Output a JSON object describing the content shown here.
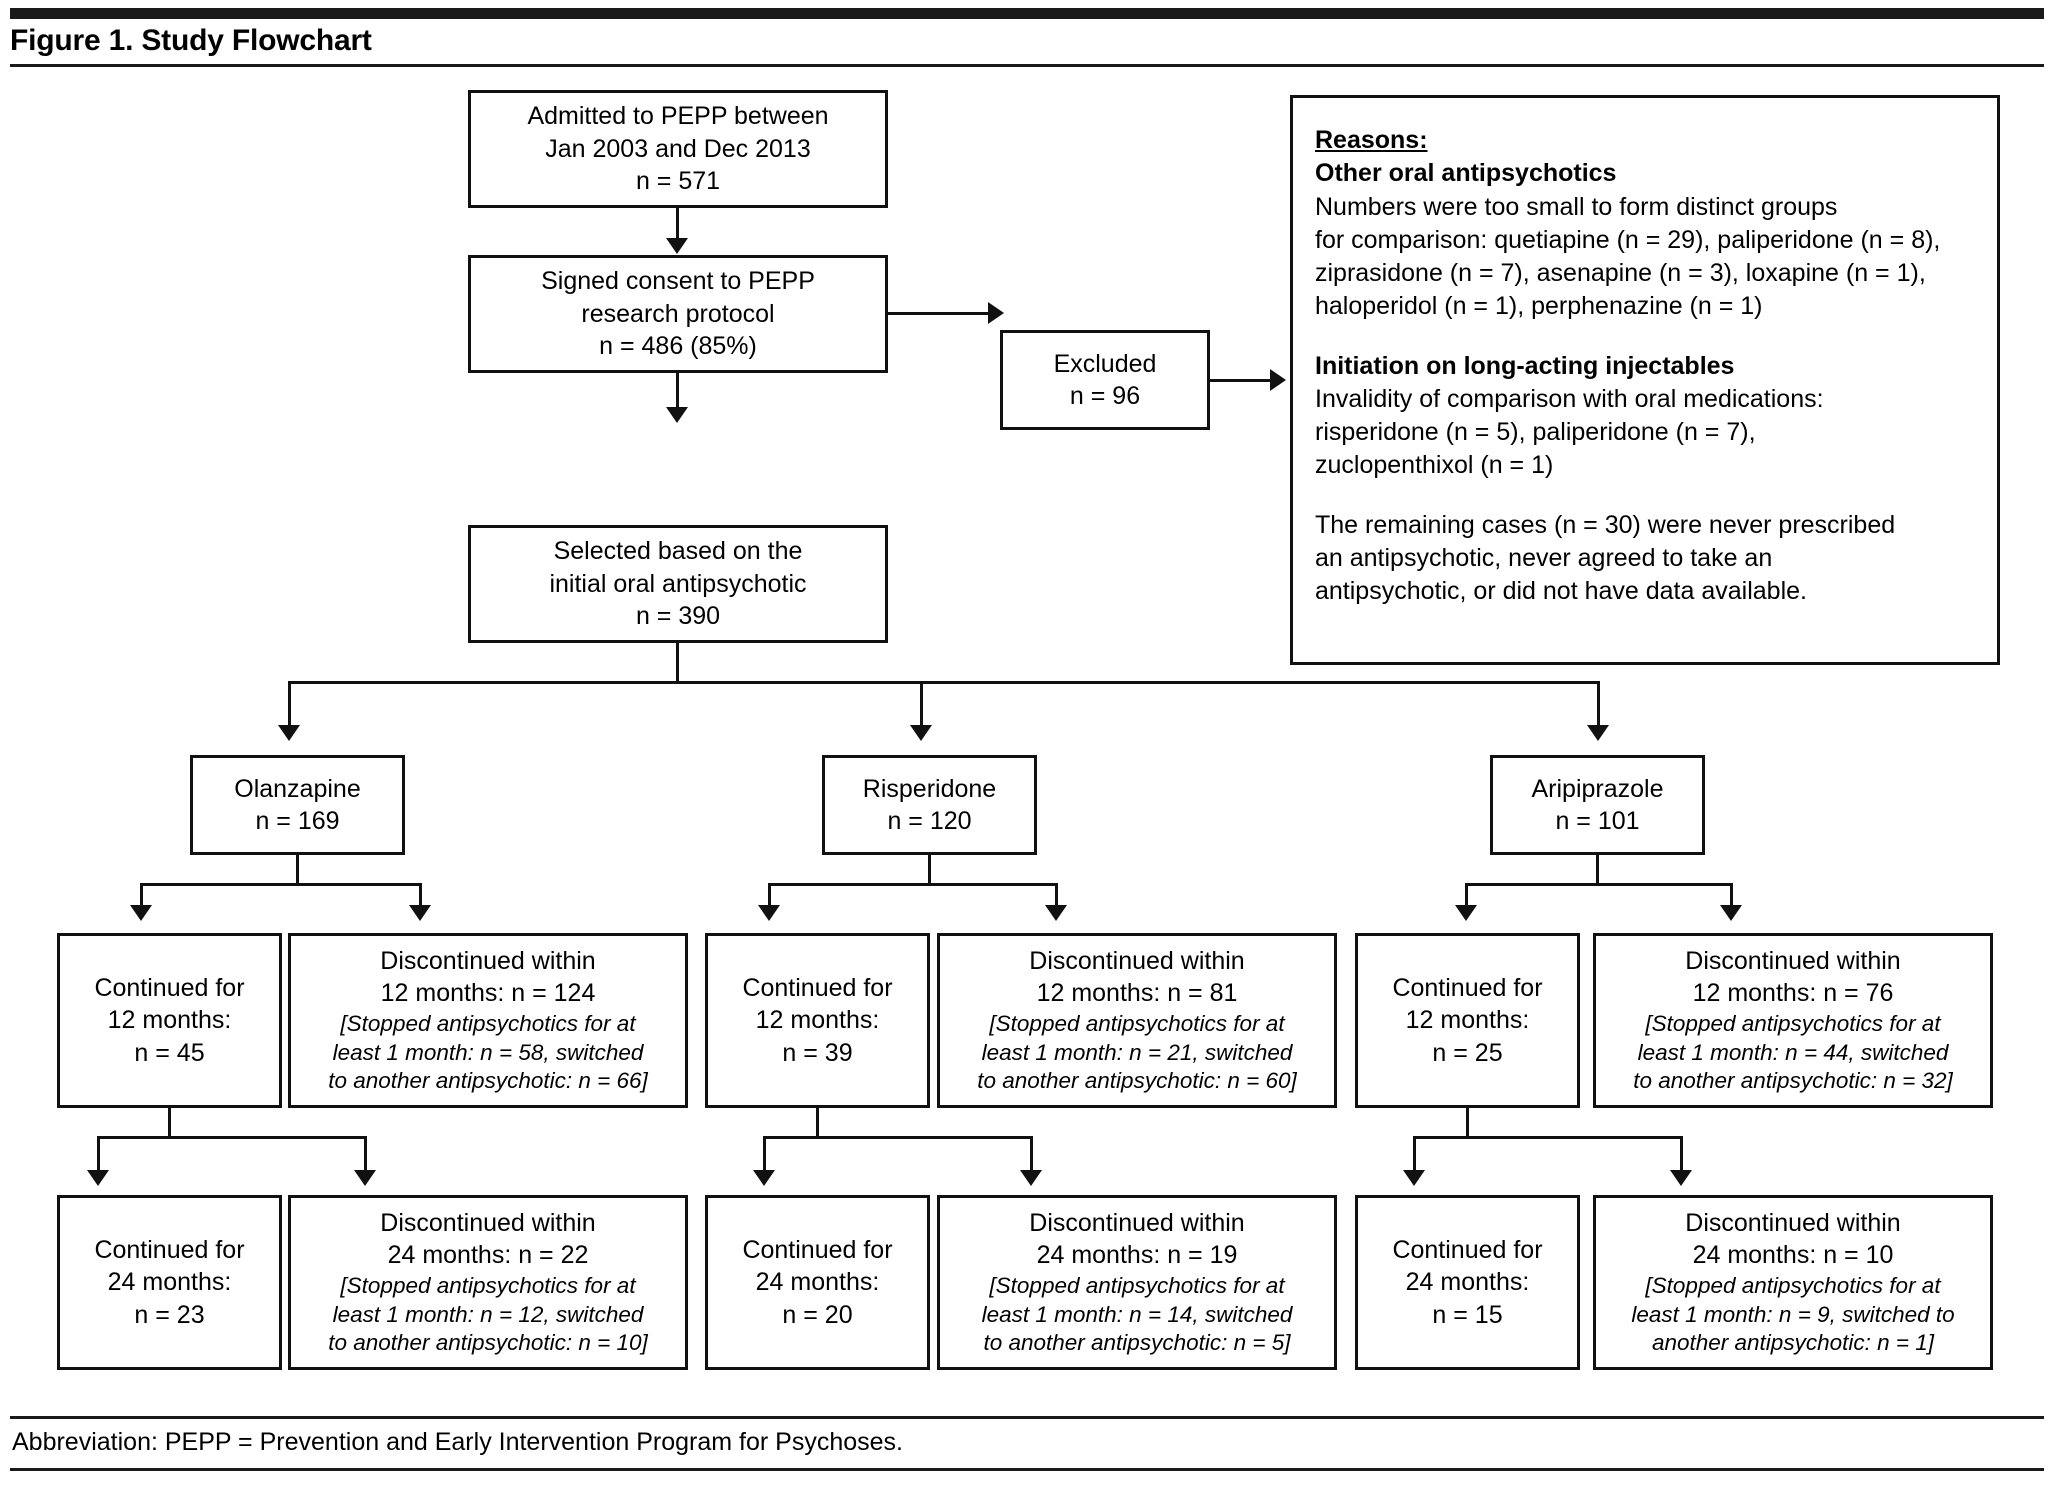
{
  "figure": {
    "title": "Figure 1. Study Flowchart",
    "abbreviation": "Abbreviation: PEPP =  Prevention and Early Intervention Program for Psychoses."
  },
  "nodes": {
    "admitted": {
      "line1": "Admitted to PEPP between",
      "line2": "Jan 2003 and Dec 2013",
      "line3": "n = 571"
    },
    "consent": {
      "line1": "Signed consent to PEPP",
      "line2": "research protocol",
      "line3": "n = 486 (85%)"
    },
    "selected": {
      "line1": "Selected based on the",
      "line2": "initial oral antipsychotic",
      "line3": "n = 390"
    },
    "excluded": {
      "line1": "Excluded",
      "line2": "n = 96"
    }
  },
  "reasons": {
    "heading": "Reasons:",
    "section1_title": "Other oral antipsychotics",
    "section1_lines": [
      "Numbers were too small to form distinct groups",
      "for comparison: quetiapine (n = 29), paliperidone (n = 8),",
      "ziprasidone (n = 7), asenapine (n = 3), loxapine (n = 1),",
      "haloperidol (n = 1), perphenazine (n = 1)"
    ],
    "section2_title": "Initiation on long-acting injectables",
    "section2_lines": [
      "Invalidity of comparison with oral medications:",
      "risperidone (n = 5), paliperidone (n = 7),",
      "zuclopenthixol (n = 1)"
    ],
    "section3_lines": [
      "The remaining cases (n = 30) were never prescribed",
      "an antipsychotic, never agreed to take an",
      "antipsychotic, or did not have data available."
    ]
  },
  "arms": [
    {
      "drug": "Olanzapine",
      "drug_n": "n = 169",
      "m12_continued": {
        "line1": "Continued for",
        "line2": "12 months:",
        "line3": "n = 45"
      },
      "m12_discontinued": {
        "line1": "Discontinued within",
        "line2": "12 months: n = 124",
        "note1": "[Stopped antipsychotics for at",
        "note2": "least 1 month: n = 58, switched",
        "note3": "to another antipsychotic: n = 66]"
      },
      "m24_continued": {
        "line1": "Continued for",
        "line2": "24 months:",
        "line3": "n = 23"
      },
      "m24_discontinued": {
        "line1": "Discontinued within",
        "line2": "24 months: n = 22",
        "note1": "[Stopped antipsychotics for at",
        "note2": "least 1 month: n = 12, switched",
        "note3": "to another antipsychotic: n = 10]"
      }
    },
    {
      "drug": "Risperidone",
      "drug_n": "n = 120",
      "m12_continued": {
        "line1": "Continued for",
        "line2": "12 months:",
        "line3": "n = 39"
      },
      "m12_discontinued": {
        "line1": "Discontinued within",
        "line2": "12 months: n = 81",
        "note1": "[Stopped antipsychotics for at",
        "note2": "least 1 month: n = 21, switched",
        "note3": "to another antipsychotic: n = 60]"
      },
      "m24_continued": {
        "line1": "Continued for",
        "line2": "24 months:",
        "line3": "n = 20"
      },
      "m24_discontinued": {
        "line1": "Discontinued within",
        "line2": "24 months: n = 19",
        "note1": "[Stopped antipsychotics for at",
        "note2": "least 1 month: n = 14, switched",
        "note3": "to another antipsychotic: n = 5]"
      }
    },
    {
      "drug": "Aripiprazole",
      "drug_n": "n = 101",
      "m12_continued": {
        "line1": "Continued for",
        "line2": "12 months:",
        "line3": "n = 25"
      },
      "m12_discontinued": {
        "line1": "Discontinued within",
        "line2": "12 months: n = 76",
        "note1": "[Stopped antipsychotics for at",
        "note2": "least 1 month: n = 44, switched",
        "note3": "to another antipsychotic: n = 32]"
      },
      "m24_continued": {
        "line1": "Continued for",
        "line2": "24 months:",
        "line3": "n = 15"
      },
      "m24_discontinued": {
        "line1": "Discontinued within",
        "line2": "24 months: n = 10",
        "note1": "[Stopped antipsychotics for at",
        "note2": "least 1 month: n = 9, switched to",
        "note3": "another antipsychotic: n = 1]"
      }
    }
  ]
}
